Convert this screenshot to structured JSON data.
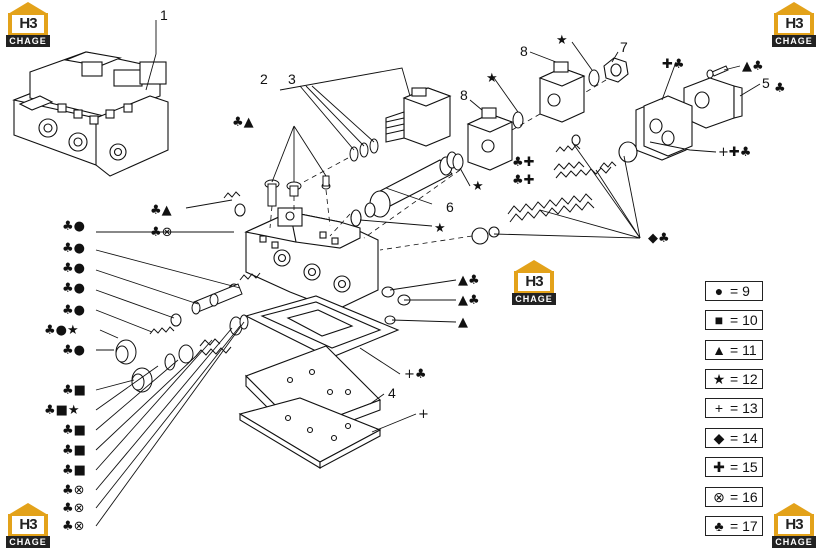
{
  "brand": {
    "mark": "H3",
    "name": "CHAGE"
  },
  "part_numbers": [
    "1",
    "2",
    "3",
    "4",
    "5",
    "6",
    "7",
    "8",
    "8"
  ],
  "callouts": {
    "club_triangle": "♣▲",
    "club_circle": "♣●",
    "club_otimes": "♣⊗",
    "club_square": "♣■",
    "club_circle_star": "♣●★",
    "club_square_star": "♣■★",
    "triangle_club": "▲♣",
    "triangle": "▲",
    "star": "★",
    "cross_club": "+♣",
    "cross": "+",
    "club_cross": "♣✚",
    "cross_cross_club": "+✚♣",
    "diamond_club": "◆♣",
    "plus_club": "✚♣"
  },
  "legend": [
    {
      "symbol": "●",
      "text": "= 9"
    },
    {
      "symbol": "■",
      "text": "= 10"
    },
    {
      "symbol": "▲",
      "text": "= 11"
    },
    {
      "symbol": "★",
      "text": "= 12"
    },
    {
      "symbol": "+",
      "text": "= 13"
    },
    {
      "symbol": "◆",
      "text": "= 14"
    },
    {
      "symbol": "✚",
      "text": "= 15"
    },
    {
      "symbol": "⊗",
      "text": "= 16"
    },
    {
      "symbol": "♣",
      "text": "= 17"
    }
  ]
}
